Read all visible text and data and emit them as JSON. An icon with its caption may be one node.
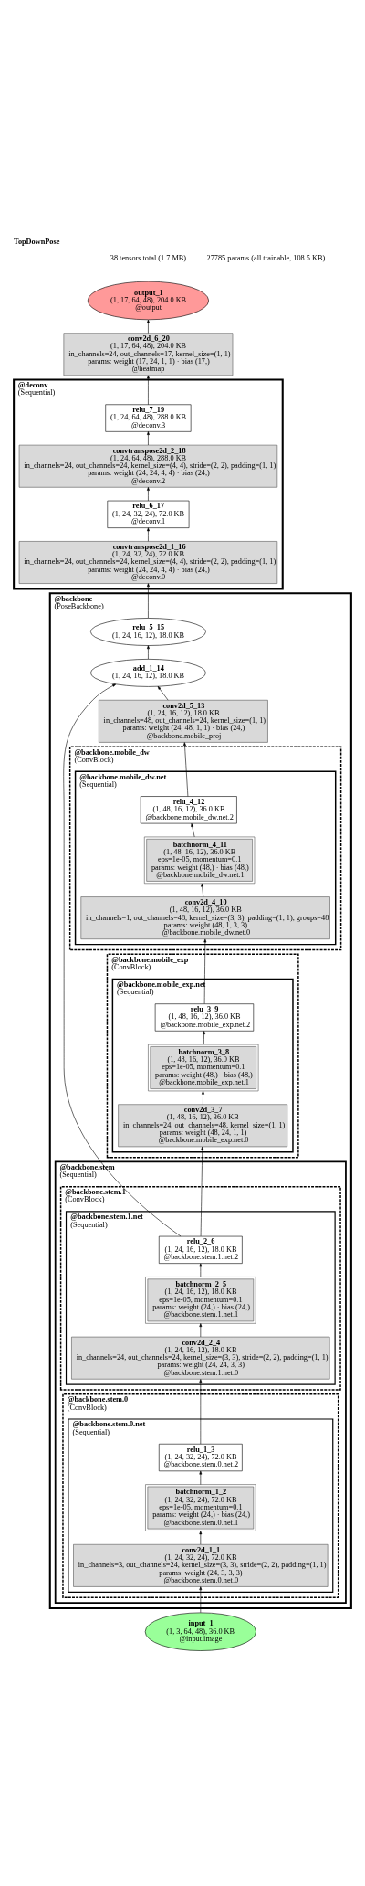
{
  "diagram": {
    "title": "TopDownPose",
    "labels": [
      "38 tensors total (1.7 MB)",
      "27785 params (all trainable, 108.5 KB)"
    ],
    "nodes": [
      {
        "text": [
          "output_1",
          "(1, 17, 64, 48), 204.0 KB",
          "@output"
        ]
      },
      {
        "text": [
          "conv2d_6_20",
          "(1, 17, 64, 48), 204.0 KB",
          "in_channels=24, out_channels=17, kernel_size=(1, 1)",
          "params: weight (17, 24, 1, 1) · bias (17,)",
          "@heatmap"
        ]
      },
      {
        "text": [
          "@deconv",
          "(Sequential)"
        ]
      },
      {
        "text": [
          "relu_7_19",
          "(1, 24, 64, 48), 288.0 KB",
          "@deconv.3"
        ],
        "in": 2
      },
      {
        "text": [
          "convtranspose2d_2_18",
          "(1, 24, 64, 48), 288.0 KB",
          "in_channels=24, out_channels=24, kernel_size=(4, 4), stride=(2, 2), padding=(1, 1)",
          "params: weight (24, 24, 4, 4) · bias (24,)",
          "@deconv.2"
        ],
        "in": 2
      },
      {
        "text": [
          "relu_6_17",
          "(1, 24, 32, 24), 72.0 KB",
          "@deconv.1"
        ],
        "in": 2
      },
      {
        "text": [
          "convtranspose2d_1_16",
          "(1, 24, 32, 24), 72.0 KB",
          "in_channels=24, out_channels=24, kernel_size=(4, 4), stride=(2, 2), padding=(1, 1)",
          "params: weight (24, 24, 4, 4) · bias (24,)",
          "@deconv.0"
        ],
        "in": 2
      },
      {
        "text": [
          "@backbone",
          "(PoseBackbone)"
        ]
      },
      {
        "text": [
          "relu_5_15",
          "(1, 24, 16, 12), 18.0 KB"
        ],
        "in": 7
      },
      {
        "text": [
          "add_1_14",
          "(1, 24, 16, 12), 18.0 KB"
        ],
        "in": 7
      },
      {
        "text": [
          "conv2d_5_13",
          "(1, 24, 16, 12), 18.0 KB",
          "in_channels=48, out_channels=24, kernel_size=(1, 1)",
          "params: weight (24, 48, 1, 1) · bias (24,)",
          "@backbone.mobile_proj"
        ],
        "in": 7
      },
      {
        "text": [
          "@backbone.mobile_dw",
          "(ConvBlock)"
        ],
        "in": 7
      },
      {
        "text": [
          "@backbone.mobile_dw.net",
          "(Sequential)"
        ],
        "in": 11
      },
      {
        "text": [
          "relu_4_12",
          "(1, 48, 16, 12), 36.0 KB",
          "@backbone.mobile_dw.net.2"
        ],
        "in": 12
      },
      {
        "text": [
          "batchnorm_4_11",
          "(1, 48, 16, 12), 36.0 KB",
          "eps=1e-05, momentum=0.1",
          "params: weight (48,) · bias (48,)",
          "@backbone.mobile_dw.net.1"
        ],
        "in": 12
      },
      {
        "text": [
          "conv2d_4_10",
          "(1, 48, 16, 12), 36.0 KB",
          "in_channels=1, out_channels=48, kernel_size=(3, 3), padding=(1, 1), groups=48",
          "params: weight (48, 1, 3, 3)",
          "@backbone.mobile_dw.net.0"
        ],
        "in": 12
      },
      {
        "text": [
          "@backbone.mobile_exp",
          "(ConvBlock)"
        ],
        "in": 7
      },
      {
        "text": [
          "@backbone.mobile_exp.net",
          "(Sequential)"
        ],
        "in": 16
      },
      {
        "text": [
          "relu_3_9",
          "(1, 48, 16, 12), 36.0 KB",
          "@backbone.mobile_exp.net.2"
        ],
        "in": 17
      },
      {
        "text": [
          "batchnorm_3_8",
          "(1, 48, 16, 12), 36.0 KB",
          "eps=1e-05, momentum=0.1",
          "params: weight (48,) · bias (48,)",
          "@backbone.mobile_exp.net.1"
        ],
        "in": 17
      },
      {
        "text": [
          "conv2d_3_7",
          "(1, 48, 16, 12), 36.0 KB",
          "in_channels=24, out_channels=48, kernel_size=(1, 1)",
          "params: weight (48, 24, 1, 1)",
          "@backbone.mobile_exp.net.0"
        ],
        "in": 17
      },
      {
        "text": [
          "@backbone.stem",
          "(Sequential)"
        ],
        "in": 7
      },
      {
        "text": [
          "@backbone.stem.1",
          "(ConvBlock)"
        ],
        "in": 21
      },
      {
        "text": [
          "@backbone.stem.1.net",
          "(Sequential)"
        ],
        "in": 22
      },
      {
        "text": [
          "relu_2_6",
          "(1, 24, 16, 12), 18.0 KB",
          "@backbone.stem.1.net.2"
        ],
        "in": 23
      },
      {
        "text": [
          "batchnorm_2_5",
          "(1, 24, 16, 12), 18.0 KB",
          "eps=1e-05, momentum=0.1",
          "params: weight (24,) · bias (24,)",
          "@backbone.stem.1.net.1"
        ],
        "in": 23
      },
      {
        "text": [
          "conv2d_2_4",
          "(1, 24, 16, 12), 18.0 KB",
          "in_channels=24, out_channels=24, kernel_size=(3, 3), stride=(2, 2), padding=(1, 1)",
          "params: weight (24, 24, 3, 3)",
          "@backbone.stem.1.net.0"
        ],
        "in": 23
      },
      {
        "text": [
          "@backbone.stem.0",
          "(ConvBlock)"
        ],
        "in": 21
      },
      {
        "text": [
          "@backbone.stem.0.net",
          "(Sequential)"
        ],
        "in": 27
      },
      {
        "text": [
          "relu_1_3",
          "(1, 24, 32, 24), 72.0 KB",
          "@backbone.stem.0.net.2"
        ],
        "in": 28
      },
      {
        "text": [
          "batchnorm_1_2",
          "(1, 24, 32, 24), 72.0 KB",
          "eps=1e-05, momentum=0.1",
          "params: weight (24,) · bias (24,)",
          "@backbone.stem.0.net.1"
        ],
        "in": 28
      },
      {
        "text": [
          "conv2d_1_1",
          "(1, 24, 32, 24), 72.0 KB",
          "in_channels=3, out_channels=24, kernel_size=(3, 3), stride=(2, 2), padding=(1, 1)",
          "params: weight (24, 3, 3, 3)",
          "@backbone.stem.0.net.0"
        ],
        "in": 28
      },
      {
        "text": [
          "input_1",
          "(1, 3, 64, 48), 36.0 KB",
          "@input.image"
        ]
      }
    ],
    "edges": [
      {
        "from": 32,
        "to": 31,
        "arrow": "to"
      },
      {
        "from": 31,
        "to": 30,
        "arrow": "to"
      },
      {
        "from": 30,
        "to": 29,
        "arrow": "to"
      },
      {
        "from": 29,
        "to": 26,
        "arrow": "to"
      },
      {
        "from": 26,
        "to": 25,
        "arrow": "to"
      },
      {
        "from": 25,
        "to": 24,
        "arrow": "to"
      },
      {
        "from": 24,
        "to": 20,
        "arrow": "to"
      },
      {
        "from": 20,
        "to": 19,
        "arrow": "to"
      },
      {
        "from": 19,
        "to": 18,
        "arrow": "to"
      },
      {
        "from": 18,
        "to": 15,
        "arrow": "to"
      },
      {
        "from": 15,
        "to": 14,
        "arrow": "to"
      },
      {
        "from": 14,
        "to": 13,
        "arrow": "to"
      },
      {
        "from": 13,
        "to": 10,
        "arrow": "to"
      },
      {
        "from": 10,
        "to": 9,
        "arrow": "to"
      },
      {
        "from": 24,
        "to": 9,
        "arrow": "to"
      },
      {
        "from": 9,
        "to": 8,
        "arrow": "to"
      },
      {
        "from": 8,
        "to": 6,
        "arrow": "to"
      },
      {
        "from": 6,
        "to": 5,
        "arrow": "to"
      },
      {
        "from": 5,
        "to": 4,
        "arrow": "to"
      },
      {
        "from": 4,
        "to": 3,
        "arrow": "to"
      },
      {
        "from": 3,
        "to": 1,
        "arrow": "to"
      },
      {
        "from": 1,
        "to": 0,
        "arrow": "to"
      }
    ]
  }
}
